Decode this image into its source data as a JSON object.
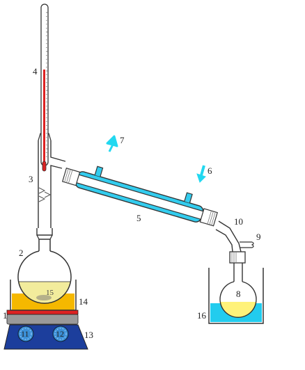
{
  "labels": {
    "n1": "1",
    "n2": "2",
    "n3": "3",
    "n4": "4",
    "n5": "5",
    "n6": "6",
    "n7": "7",
    "n8": "8",
    "n9": "9",
    "n10": "10",
    "n11": "11",
    "n12": "12",
    "n13": "13",
    "n14": "14",
    "n15": "15",
    "n16": "16"
  },
  "colors": {
    "glass_outline": "#333333",
    "coolant": "#33ccee",
    "coolant_arrow": "#22d8f0",
    "heating_bath": "#f5b800",
    "liquid_in_flask": "#f2ec9c",
    "collected_liquid": "#fff27a",
    "ice_bath": "#22ccee",
    "hotplate_body": "#1c3e9c",
    "hotplate_plate": "#9a9a9a",
    "heater_element": "#dd2222",
    "thermometer_mercury": "#dd2222"
  }
}
